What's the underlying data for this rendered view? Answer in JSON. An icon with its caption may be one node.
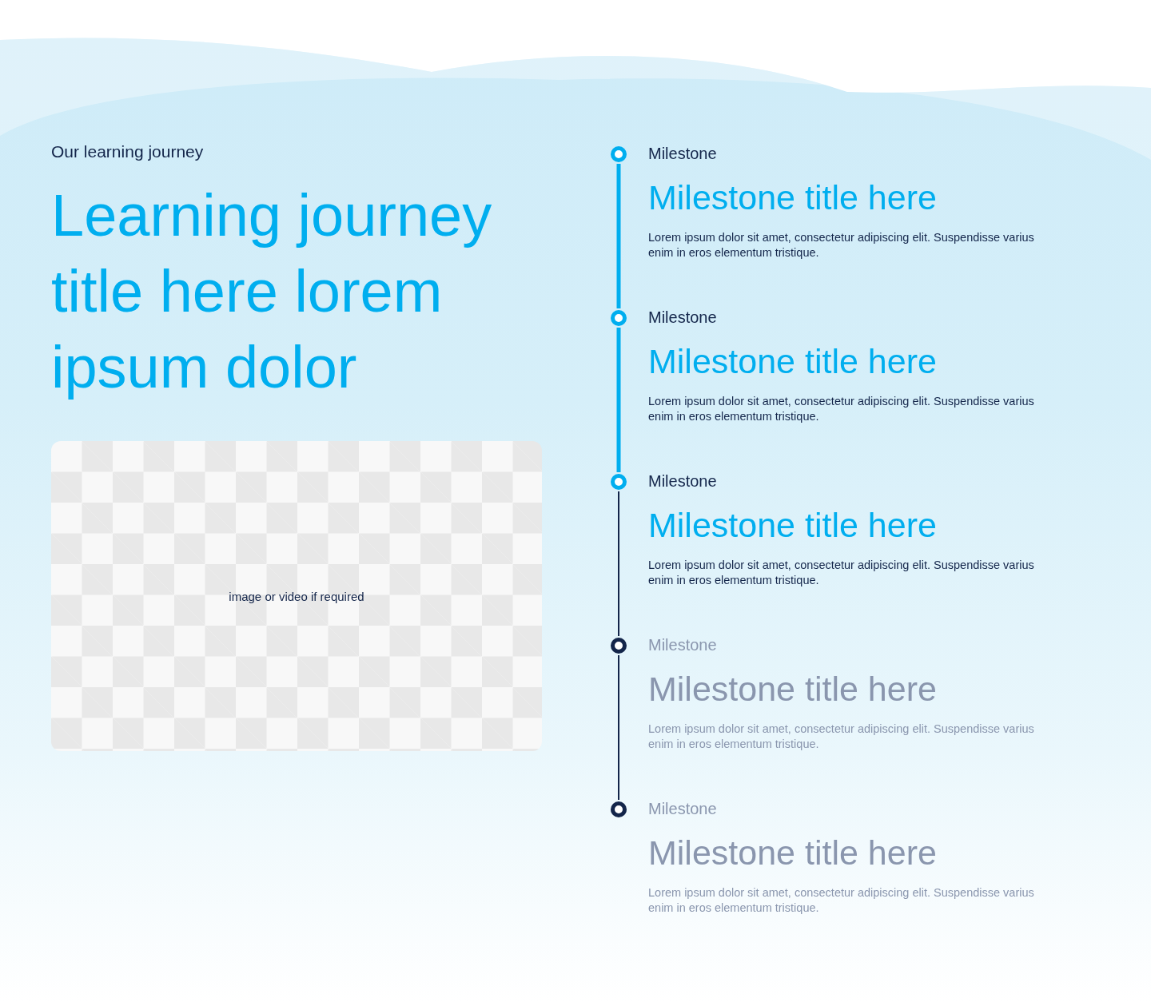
{
  "diagram": {
    "title": "Learning journey title here lorem ipsum dolor",
    "labels": [
      "Our learning journey"
    ],
    "nodes": [
      {
        "text": [
          "image or video if required"
        ]
      },
      {
        "text": [],
        "shape": "circle",
        "beside": [
          "Milestone",
          "Milestone title here",
          "Lorem ipsum dolor sit amet, consectetur adipiscing elit. Suspendisse varius enim in eros elementum tristique."
        ]
      },
      {
        "text": [],
        "shape": "circle",
        "beside": [
          "Milestone",
          "Milestone title here",
          "Lorem ipsum dolor sit amet, consectetur adipiscing elit. Suspendisse varius enim in eros elementum tristique."
        ]
      },
      {
        "text": [],
        "shape": "circle",
        "beside": [
          "Milestone",
          "Milestone title here",
          "Lorem ipsum dolor sit amet, consectetur adipiscing elit. Suspendisse varius enim in eros elementum tristique."
        ]
      },
      {
        "text": [],
        "shape": "circle",
        "beside": [
          "Milestone",
          "Milestone title here",
          "Lorem ipsum dolor sit amet, consectetur adipiscing elit. Suspendisse varius enim in eros elementum tristique."
        ]
      },
      {
        "text": [],
        "shape": "circle",
        "beside": [
          "Milestone",
          "Milestone title here",
          "Lorem ipsum dolor sit amet, consectetur adipiscing elit. Suspendisse varius enim in eros elementum tristique."
        ]
      }
    ],
    "edges": [
      {
        "from": 1,
        "to": 2,
        "arrow": "none",
        "style": "thick",
        "color": "#00aeef"
      },
      {
        "from": 2,
        "to": 3,
        "arrow": "none",
        "style": "thick",
        "color": "#00aeef"
      },
      {
        "from": 3,
        "to": 4,
        "arrow": "none",
        "color": "#13254a"
      },
      {
        "from": 4,
        "to": 5,
        "arrow": "none",
        "color": "#13254a"
      }
    ]
  }
}
